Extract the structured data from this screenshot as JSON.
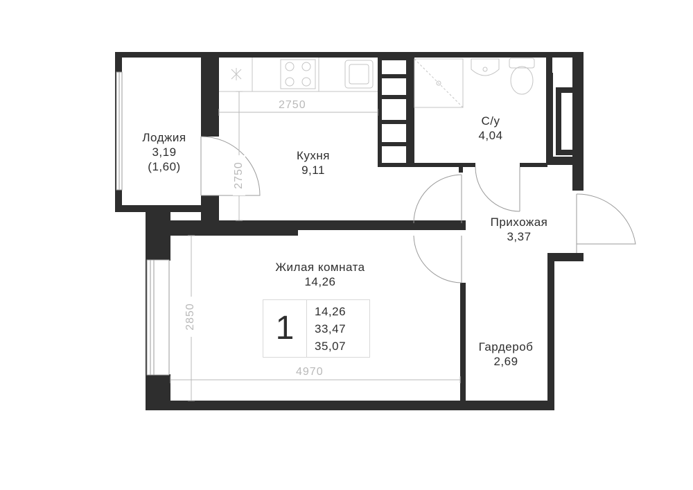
{
  "rooms": {
    "loggia": {
      "name": "Лоджия",
      "area": "3,19",
      "area_coef": "(1,60)"
    },
    "kitchen": {
      "name": "Кухня",
      "area": "9,11"
    },
    "bathroom": {
      "name": "С/у",
      "area": "4,04"
    },
    "hallway": {
      "name": "Прихожая",
      "area": "3,37"
    },
    "living": {
      "name": "Жилая комната",
      "area": "14,26"
    },
    "wardrobe": {
      "name": "Гардероб",
      "area": "2,69"
    }
  },
  "dimensions": {
    "kitchen_width": "2750",
    "kitchen_depth": "2750",
    "living_depth": "2850",
    "living_width": "4970"
  },
  "summary": {
    "room_count": "1",
    "living_area": "14,26",
    "total_area": "33,47",
    "total_with_loggia": "35,07"
  },
  "colors": {
    "wall": "#2e2e2e",
    "line": "#9a9a9a",
    "dimension": "#b9b9b9"
  }
}
